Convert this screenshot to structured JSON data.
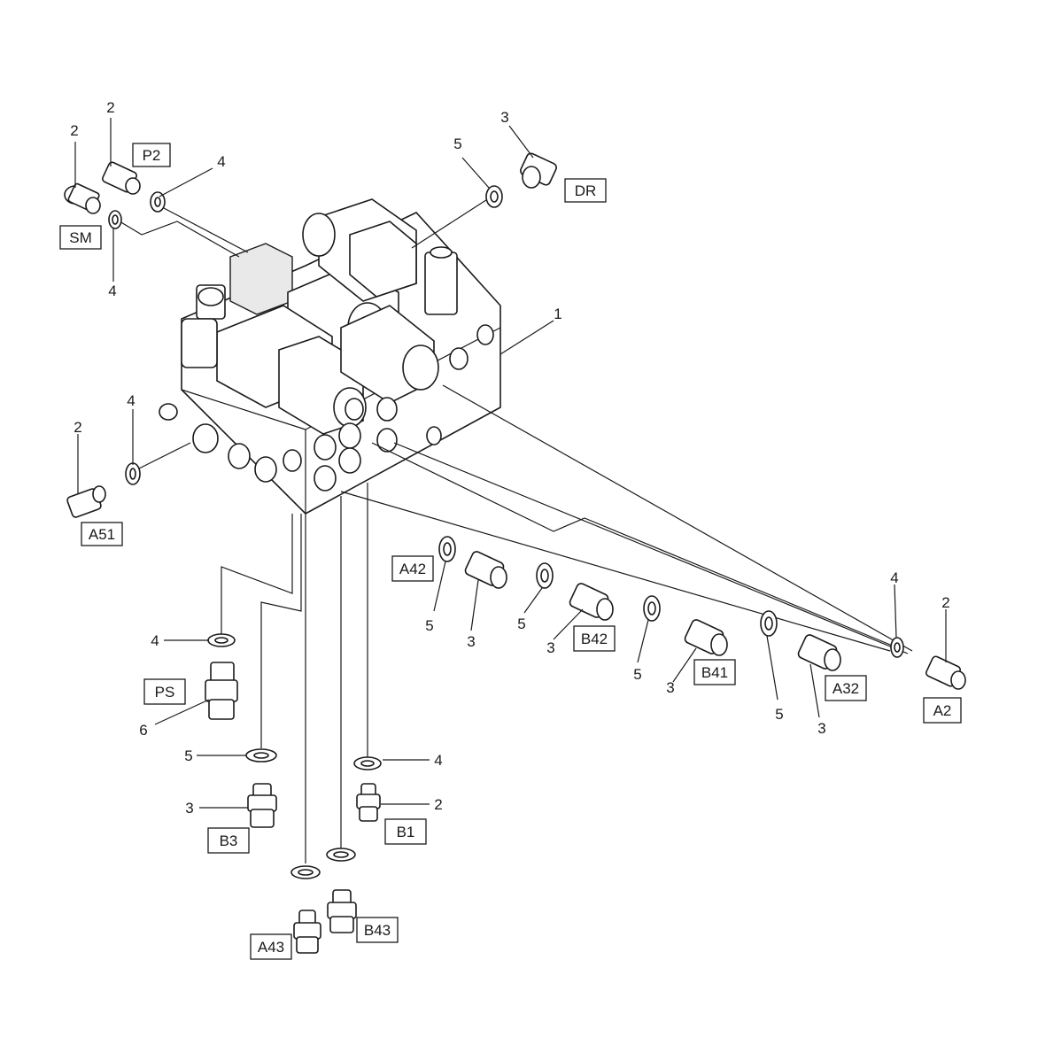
{
  "port_labels": {
    "p2": "P2",
    "sm": "SM",
    "dr": "DR",
    "a51": "A51",
    "a42": "A42",
    "b42": "B42",
    "b41": "B41",
    "a32": "A32",
    "a2": "A2",
    "ps": "PS",
    "b3": "B3",
    "b1": "B1",
    "a43": "A43",
    "b43": "B43"
  },
  "item_numbers": {
    "n1": "1",
    "n2": "2",
    "n3": "3",
    "n4": "4",
    "n5": "5",
    "n6": "6"
  }
}
